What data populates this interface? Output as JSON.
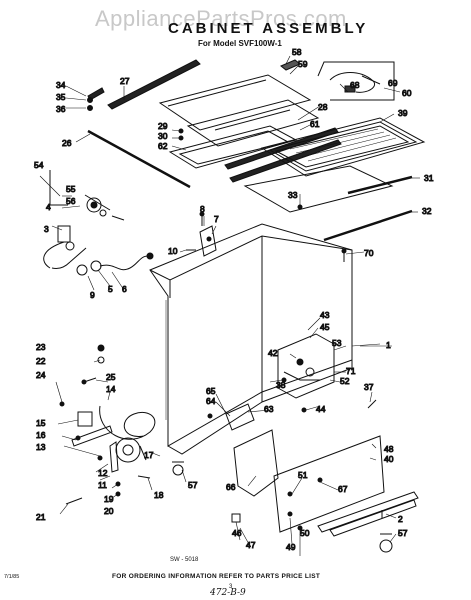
{
  "watermark": "AppliancePartsPros.com",
  "title": "CABINET ASSEMBLY",
  "subtitle": "For Model SVF100W-1",
  "drawing_code": "SW - 5018",
  "footer": "FOR ORDERING INFORMATION REFER TO PARTS PRICE LIST",
  "page_number": "3",
  "handwritten_note": "472-B-9",
  "corner_code": "7/1/85",
  "callouts": {
    "c1": "1",
    "c2": "2",
    "c4": "4",
    "c5": "5",
    "c6": "6",
    "c7": "7",
    "c8": "8",
    "c9": "9",
    "c10": "10",
    "c11": "11",
    "c12": "12",
    "c13": "13",
    "c14": "14",
    "c15": "15",
    "c16": "16",
    "c17": "17",
    "c18": "18",
    "c19": "19",
    "c20": "20",
    "c21": "21",
    "c22": "22",
    "c23": "23",
    "c24": "24",
    "c25": "25",
    "c26": "26",
    "c27": "27",
    "c28": "28",
    "c29": "29",
    "c30": "30",
    "c31": "31",
    "c32": "32",
    "c33": "33",
    "c34": "34",
    "c35": "35",
    "c36": "36",
    "c37": "37",
    "c38": "38",
    "c39": "39",
    "c40": "40",
    "c42": "42",
    "c43": "43",
    "c44": "44",
    "c45": "45",
    "c46": "46",
    "c47": "47",
    "c48": "48",
    "c49": "49",
    "c50": "50",
    "c51": "51",
    "c52": "52",
    "c53": "53",
    "c54": "54",
    "c55": "55",
    "c56": "56",
    "c57a": "57",
    "c57b": "57",
    "c58": "58",
    "c59": "59",
    "c60": "60",
    "c61": "61",
    "c62": "62",
    "c63": "63",
    "c64": "64",
    "c65": "65",
    "c66": "66",
    "c67": "67",
    "c68": "68",
    "c69": "69",
    "c70": "70",
    "c71": "71",
    "c3": "3"
  }
}
